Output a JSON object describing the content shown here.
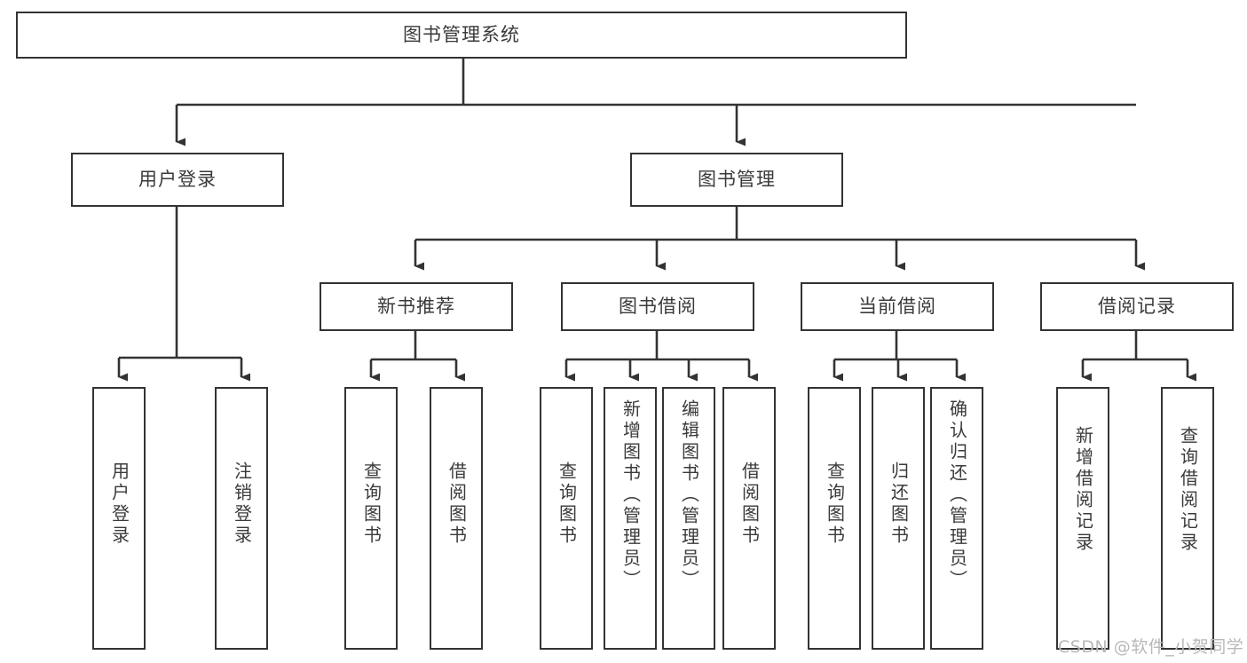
{
  "diagram": {
    "type": "tree",
    "title": "图书管理系统",
    "root": {
      "id": "root",
      "label": "图书管理系统"
    },
    "level2": [
      {
        "id": "user-login",
        "label": "用户登录"
      },
      {
        "id": "book-manage",
        "label": "图书管理"
      }
    ],
    "level3": [
      {
        "id": "new-book-recommend",
        "label": "新书推荐",
        "parent": "book-manage"
      },
      {
        "id": "book-borrow",
        "label": "图书借阅",
        "parent": "book-manage"
      },
      {
        "id": "current-borrow",
        "label": "当前借阅",
        "parent": "book-manage"
      },
      {
        "id": "borrow-record",
        "label": "借阅记录",
        "parent": "book-manage"
      }
    ],
    "leaves": [
      {
        "id": "leaf-user-login",
        "label": "用户登录",
        "parent": "user-login"
      },
      {
        "id": "leaf-user-logout",
        "label": "注销登录",
        "parent": "user-login"
      },
      {
        "id": "leaf-query-book-1",
        "label": "查询图书",
        "parent": "new-book-recommend"
      },
      {
        "id": "leaf-borrow-book-1",
        "label": "借阅图书",
        "parent": "new-book-recommend"
      },
      {
        "id": "leaf-query-book-2",
        "label": "查询图书",
        "parent": "book-borrow"
      },
      {
        "id": "leaf-add-book",
        "label": "新增图书（管理员）",
        "parent": "book-borrow"
      },
      {
        "id": "leaf-edit-book",
        "label": "编辑图书（管理员）",
        "parent": "book-borrow"
      },
      {
        "id": "leaf-borrow-book-2",
        "label": "借阅图书",
        "parent": "book-borrow"
      },
      {
        "id": "leaf-query-book-3",
        "label": "查询图书",
        "parent": "current-borrow"
      },
      {
        "id": "leaf-return-book",
        "label": "归还图书",
        "parent": "current-borrow"
      },
      {
        "id": "leaf-confirm-return",
        "label": "确认归还（管理员）",
        "parent": "current-borrow"
      },
      {
        "id": "leaf-add-record",
        "label": "新增借阅记录",
        "parent": "borrow-record"
      },
      {
        "id": "leaf-query-record",
        "label": "查询借阅记录",
        "parent": "borrow-record"
      }
    ]
  },
  "colors": {
    "border": "#333333",
    "text": "#3a3a3a",
    "background": "#ffffff",
    "connector": "#333333",
    "watermark": "#b8b8b8"
  },
  "watermark": {
    "text": "CSDN @软件_小贺同学"
  }
}
